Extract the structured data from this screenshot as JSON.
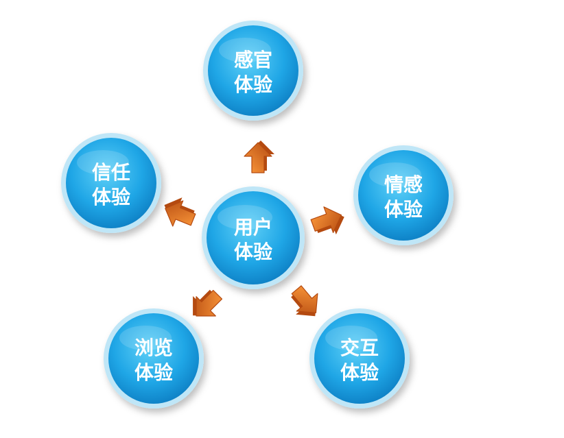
{
  "diagram": {
    "center": {
      "line1": "用户",
      "line2": "体验"
    },
    "nodes": [
      {
        "id": "sensory",
        "line1": "感官",
        "line2": "体验"
      },
      {
        "id": "emotion",
        "line1": "情感",
        "line2": "体验"
      },
      {
        "id": "interaction",
        "line1": "交互",
        "line2": "体验"
      },
      {
        "id": "browse",
        "line1": "浏览",
        "line2": "体验"
      },
      {
        "id": "trust",
        "line1": "信任",
        "line2": "体验"
      }
    ]
  },
  "colors": {
    "circle_light": "#5fd0f7",
    "circle_main": "#1fa6e6",
    "circle_dark": "#0d7fc4",
    "ring": "#bfe6f7",
    "arrow_light": "#ff9c3d",
    "arrow_dark": "#b44a10"
  }
}
